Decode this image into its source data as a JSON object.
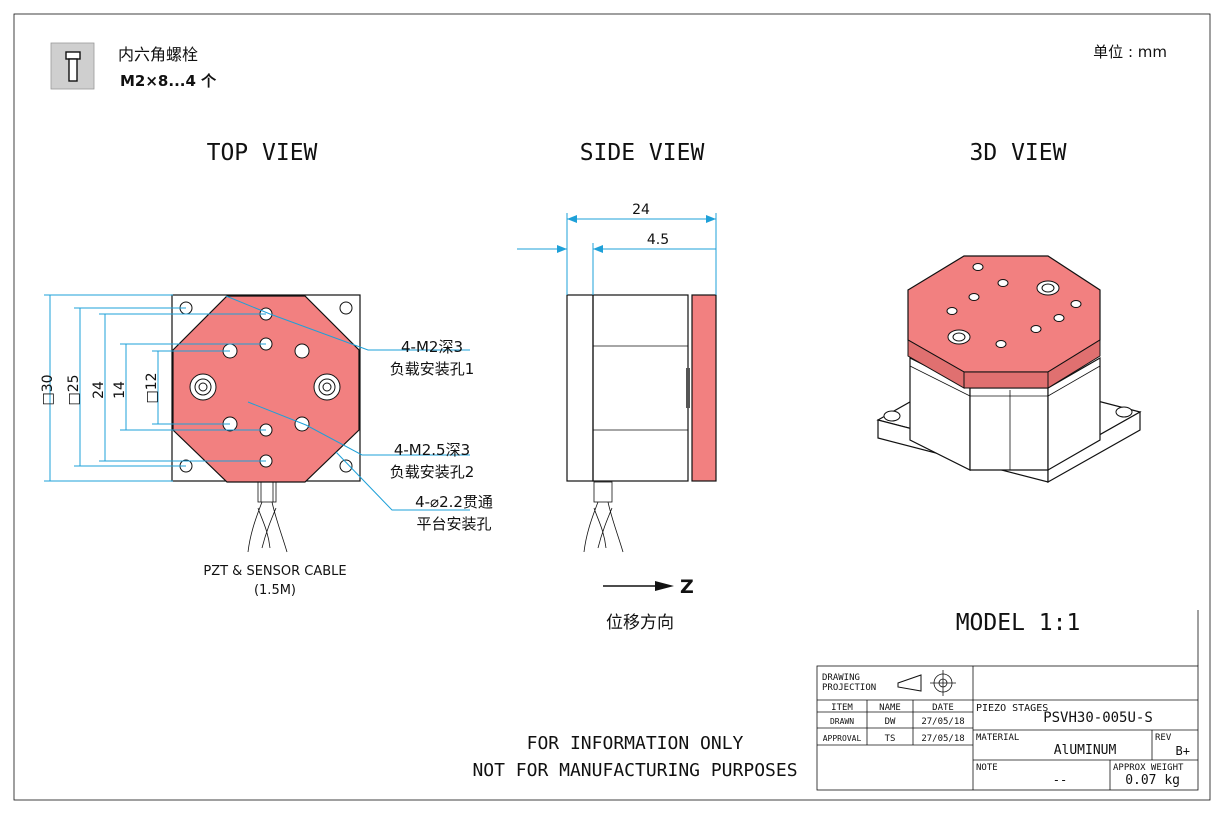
{
  "bolt": {
    "icon": "hex-socket-bolt-icon",
    "name": "内六角螺栓",
    "spec": "M2×8...4 个"
  },
  "unit": "单位 : mm",
  "views": {
    "top": "TOP VIEW",
    "side": "SIDE VIEW",
    "iso": "3D VIEW"
  },
  "dims": {
    "d30": "□30",
    "d25": "□25",
    "d24": "24",
    "d14": "14",
    "d12": "□12",
    "side24": "24",
    "side45": "4.5"
  },
  "callouts": {
    "m2_a": "4-M2深3",
    "m2_b": "负载安装孔1",
    "m25_a": "4-M2.5深3",
    "m25_b": "负载安装孔2",
    "thru_a": "4-⌀2.2贯通",
    "thru_b": "平台安装孔"
  },
  "cable": {
    "line1": "PZT & SENSOR CABLE",
    "line2": "(1.5M)"
  },
  "axis": {
    "label": "Z",
    "caption": "位移方向"
  },
  "model": "MODEL 1:1",
  "notice": {
    "line1": "FOR INFORMATION ONLY",
    "line2": "NOT FOR MANUFACTURING PURPOSES"
  },
  "title_block": {
    "projection_l1": "DRAWING",
    "projection_l2": "PROJECTION",
    "h_item": "ITEM",
    "h_name": "NAME",
    "h_date": "DATE",
    "drawn": "DRAWN",
    "drawn_name": "DW",
    "drawn_date": "27/05/18",
    "approval": "APPROVAL",
    "approval_name": "TS",
    "approval_date": "27/05/18",
    "product_label": "PIEZO STAGES",
    "product": "PSVH30-005U-S",
    "material_label": "MATERIAL",
    "material": "AlUMINUM",
    "rev_label": "REV",
    "rev": "B+",
    "note_label": "NOTE",
    "note": "--",
    "weight_label": "APPROX WEIGHT",
    "weight": "0.07 kg"
  },
  "colors": {
    "accent": "#f28080",
    "leader": "#1ea0d8",
    "line": "#111111"
  }
}
